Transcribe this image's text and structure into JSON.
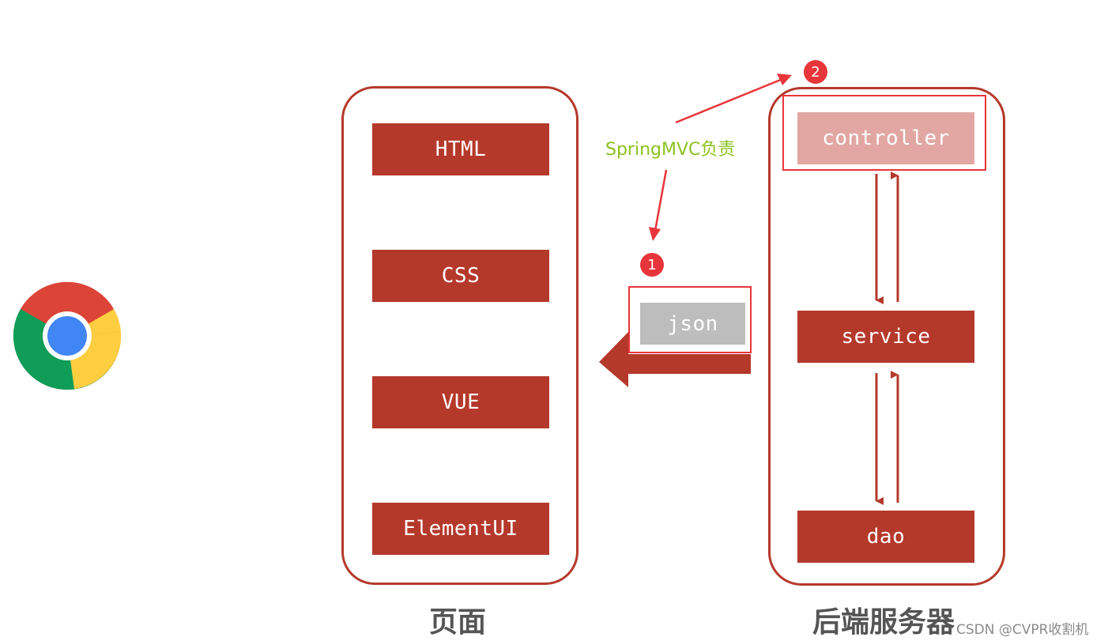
{
  "browser": {
    "icon": "chrome-browser-icon"
  },
  "frontend": {
    "items": [
      "HTML",
      "CSS",
      "VUE",
      "ElementUI"
    ],
    "caption": "页面"
  },
  "backend": {
    "layers": [
      "controller",
      "service",
      "dao"
    ],
    "caption": "后端服务器"
  },
  "transfer": {
    "label": "json"
  },
  "annotations": {
    "note": "SpringMVC负责",
    "badges": [
      "1",
      "2"
    ]
  },
  "watermark": "CSDN @CVPR收割机",
  "colors": {
    "block": "#b5392b",
    "controller_fill": "#e2a7a3",
    "json_fill": "#bdbdbd",
    "highlight": "#e8353a",
    "note": "#8cc21f"
  }
}
